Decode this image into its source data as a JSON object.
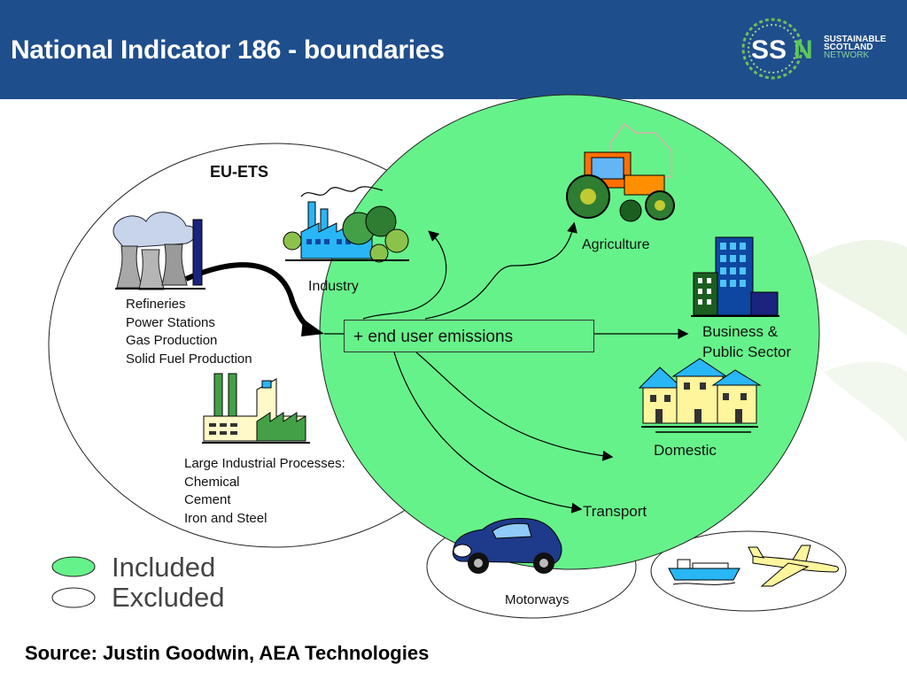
{
  "header": {
    "title": "National Indicator 186 - boundaries",
    "logo": {
      "letters": "SSN",
      "line1": "SUSTAINABLE",
      "line2": "SCOTLAND",
      "line3": "NETWORK"
    }
  },
  "diagram": {
    "eu_ets_label": "EU-ETS",
    "industry_label": "Industry",
    "energy_sources": [
      "Refineries",
      "Power Stations",
      "Gas Production",
      "Solid Fuel Production"
    ],
    "large_industrial": [
      "Large Industrial Processes:",
      "Chemical",
      "Cement",
      "Iron and Steel"
    ],
    "end_user_box": "+ end user emissions",
    "sectors": {
      "agriculture": "Agriculture",
      "business_line1": "Business &",
      "business_line2": "Public Sector",
      "domestic": "Domestic",
      "transport": "Transport",
      "motorways": "Motorways"
    }
  },
  "legend": {
    "included": "Included",
    "excluded": "Excluded"
  },
  "source": "Source: Justin Goodwin, AEA Technologies",
  "colors": {
    "header_bg": "#1f4e8c",
    "included_fill": "#66f28a"
  }
}
